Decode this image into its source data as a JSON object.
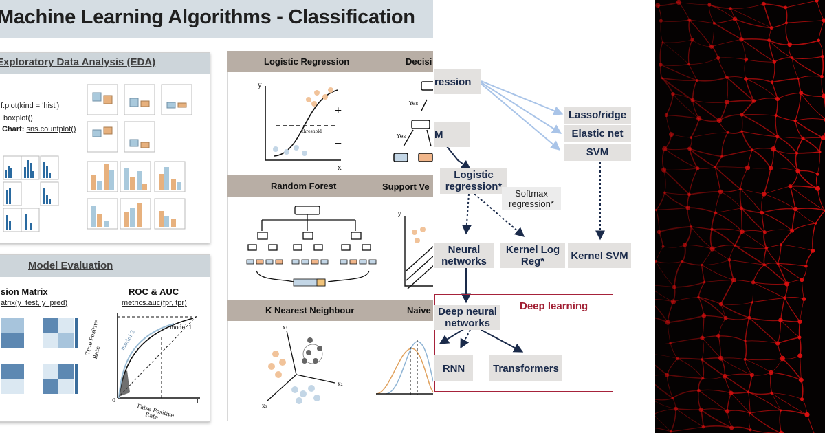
{
  "banner": {
    "title": "Machine Learning Algorithms - Classification"
  },
  "eda": {
    "title": "Exploratory Data Analysis (EDA)",
    "code_hist": "f.plot(kind = 'hist')",
    "code_box": "boxplot()",
    "chart_label": "Chart:",
    "chart_code": "sns.countplot()"
  },
  "evaluation": {
    "title": "Model Evaluation",
    "confusion_title": "sion Matrix",
    "confusion_code": "atrix(y_test, y_pred)",
    "roc_title": "ROC & AUC",
    "roc_code": "metrics.auc(fpr, tpr)",
    "roc_ylabel_1": "True Positive",
    "roc_ylabel_2": "Rate",
    "roc_xlabel_1": "False Positive",
    "roc_xlabel_2": "Rate",
    "roc_model1": "model 1",
    "roc_model2": "model 2",
    "roc_zero": "0",
    "roc_one": "1"
  },
  "algorithms": {
    "logistic": "Logistic Regression",
    "decision": "Decisi",
    "random_forest": "Random Forest",
    "svm": "Support Ve",
    "knn": "K Nearest Neighbour",
    "naive": "Naive",
    "sketch_threshold": "threshold",
    "sketch_yes": "Yes",
    "sketch_x": "x",
    "sketch_y": "y",
    "sketch_x1": "x₁",
    "sketch_x2": "x₂",
    "sketch_x3": "x₃",
    "sketch_plus": "+",
    "sketch_minus": "−"
  },
  "flow": {
    "regression": "ression",
    "m_box": "M",
    "lasso": "Lasso/ridge",
    "elastic": "Elastic net",
    "svm": "SVM",
    "logistic": "Logistic\nregression*",
    "softmax": "Softmax\nregression*",
    "neural": "Neural\nnetworks",
    "kernel_log": "Kernel Log\nReg*",
    "kernel_svm": "Kernel SVM",
    "deep_learning": "Deep learning",
    "deep_nn": "Deep neural\nnetworks",
    "rnn": "RNN",
    "transformers": "Transformers"
  },
  "colors": {
    "node_text": "#1a2a4a",
    "deep_learning": "#a11f33",
    "light_arrow": "#a9c4e8",
    "dark_arrow": "#1a2a4a",
    "network_red": "#e01010"
  }
}
